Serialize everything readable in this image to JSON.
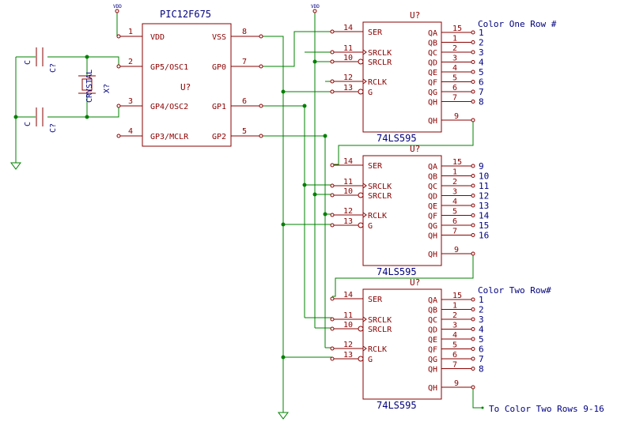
{
  "power": {
    "vdd": "VDD"
  },
  "pic": {
    "ref": "U?",
    "value": "PIC12F675",
    "pins": [
      {
        "num": "1",
        "name": "VDD"
      },
      {
        "num": "2",
        "name": "GP5/OSC1"
      },
      {
        "num": "3",
        "name": "GP4/OSC2"
      },
      {
        "num": "4",
        "name": "GP3/MCLR"
      },
      {
        "num": "8",
        "name": "VSS"
      },
      {
        "num": "7",
        "name": "GP0"
      },
      {
        "num": "6",
        "name": "GP1"
      },
      {
        "num": "5",
        "name": "GP2"
      }
    ]
  },
  "shift": {
    "ref": "U?",
    "value": "74LS595",
    "left_pins": [
      {
        "num": "14",
        "name": "SER"
      },
      {
        "num": "11",
        "name": "SRCLK"
      },
      {
        "num": "10",
        "name": "SRCLR"
      },
      {
        "num": "12",
        "name": "RCLK"
      },
      {
        "num": "13",
        "name": "G"
      }
    ],
    "right_pins": [
      {
        "num": "15",
        "name": "QA"
      },
      {
        "num": "1",
        "name": "QB"
      },
      {
        "num": "2",
        "name": "QC"
      },
      {
        "num": "3",
        "name": "QD"
      },
      {
        "num": "4",
        "name": "QE"
      },
      {
        "num": "5",
        "name": "QF"
      },
      {
        "num": "6",
        "name": "QG"
      },
      {
        "num": "7",
        "name": "QH"
      }
    ],
    "serial_out": {
      "num": "9",
      "name": "QH"
    }
  },
  "crystal": {
    "ref": "X?",
    "value": "CRYSTAL"
  },
  "caps": [
    {
      "ref": "C?",
      "value": "C"
    },
    {
      "ref": "C?",
      "value": "C"
    }
  ],
  "outputs": [
    [
      "1",
      "2",
      "3",
      "4",
      "5",
      "6",
      "7",
      "8"
    ],
    [
      "9",
      "10",
      "11",
      "12",
      "13",
      "14",
      "15",
      "16"
    ],
    [
      "1",
      "2",
      "3",
      "4",
      "5",
      "6",
      "7",
      "8"
    ]
  ],
  "labels": {
    "color_one": "Color One Row #",
    "color_two": "Color Two Row#",
    "to_color_two": "To Color Two Rows 9-16"
  }
}
